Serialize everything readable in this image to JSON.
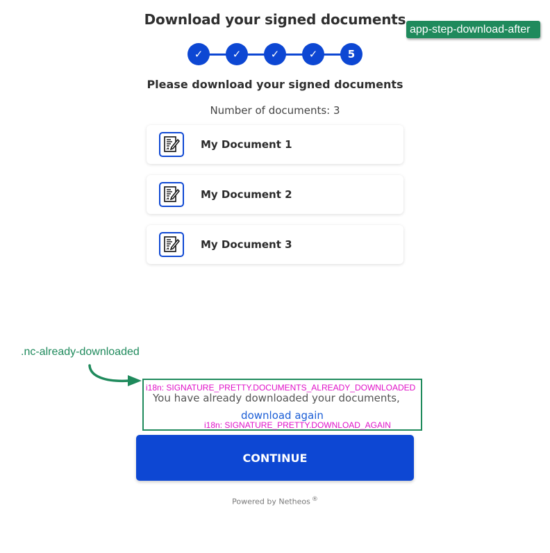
{
  "header": {
    "title": "Download your signed documents",
    "component_tag": "app-step-download-after"
  },
  "stepper": {
    "steps": [
      {
        "state": "done",
        "label": "✓"
      },
      {
        "state": "done",
        "label": "✓"
      },
      {
        "state": "done",
        "label": "✓"
      },
      {
        "state": "done",
        "label": "✓"
      },
      {
        "state": "current",
        "label": "5"
      }
    ],
    "accent_color": "#0d47d3"
  },
  "main": {
    "subtitle": "Please download your signed documents",
    "count_text": "Number of documents: 3",
    "documents": [
      {
        "name": "My Document 1",
        "icon": "signed-document-icon"
      },
      {
        "name": "My Document 2",
        "icon": "signed-document-icon"
      },
      {
        "name": "My Document 3",
        "icon": "signed-document-icon"
      }
    ]
  },
  "annotation": {
    "class_label": ".nc-already-downloaded",
    "color": "#1f8a5c"
  },
  "already_downloaded": {
    "i18n_key_text": "i18n: SIGNATURE_PRETTY.DOCUMENTS_ALREADY_DOWNLOADED",
    "text": "You have already downloaded your documents,",
    "link_label": "download again",
    "i18n_key_link": "i18n: SIGNATURE_PRETTY.DOWNLOAD_AGAIN"
  },
  "footer": {
    "continue_label": "CONTINUE",
    "powered_by": "Powered by Netheos",
    "registered": "®"
  }
}
